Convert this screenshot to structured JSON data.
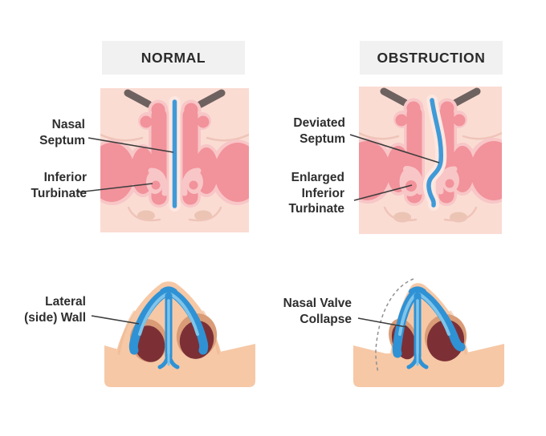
{
  "headers": {
    "normal": "NORMAL",
    "obstruction": "OBSTRUCTION"
  },
  "labels": {
    "nasal_septum": "Nasal\nSeptum",
    "inferior_turbinate": "Inferior\nTurbinate",
    "deviated_septum": "Deviated\nSeptum",
    "enlarged_inferior_turbinate": "Enlarged\nInferior\nTurbinate",
    "lateral_side_wall": "Lateral\n(side) Wall",
    "nasal_valve_collapse": "Nasal Valve\nCollapse"
  },
  "colors": {
    "header_bg": "#f1f1f1",
    "header_text": "#2b2b2b",
    "label_text": "#2e2e2e",
    "lead_line": "#3d3d3d",
    "skin_light": "#fadcd3",
    "channel": "#fde7e0",
    "mucosa_pink": "#f8c6c7",
    "tissue_pink": "#f2929b",
    "septum_blue": "#3f9ad8",
    "eyebrow": "#6e6260",
    "cheek_line": "#efc4b8",
    "shadow_oval": "#ebc4b4",
    "nose_skin": "#f6c8a6",
    "nose_shade": "#edb68e",
    "cartilage_dark": "#2f92d5",
    "cartilage_light": "#7fc4ea",
    "nostril": "#7c3036",
    "nostril_halo": "#d99c77",
    "dash_line": "#8f8f8f"
  }
}
